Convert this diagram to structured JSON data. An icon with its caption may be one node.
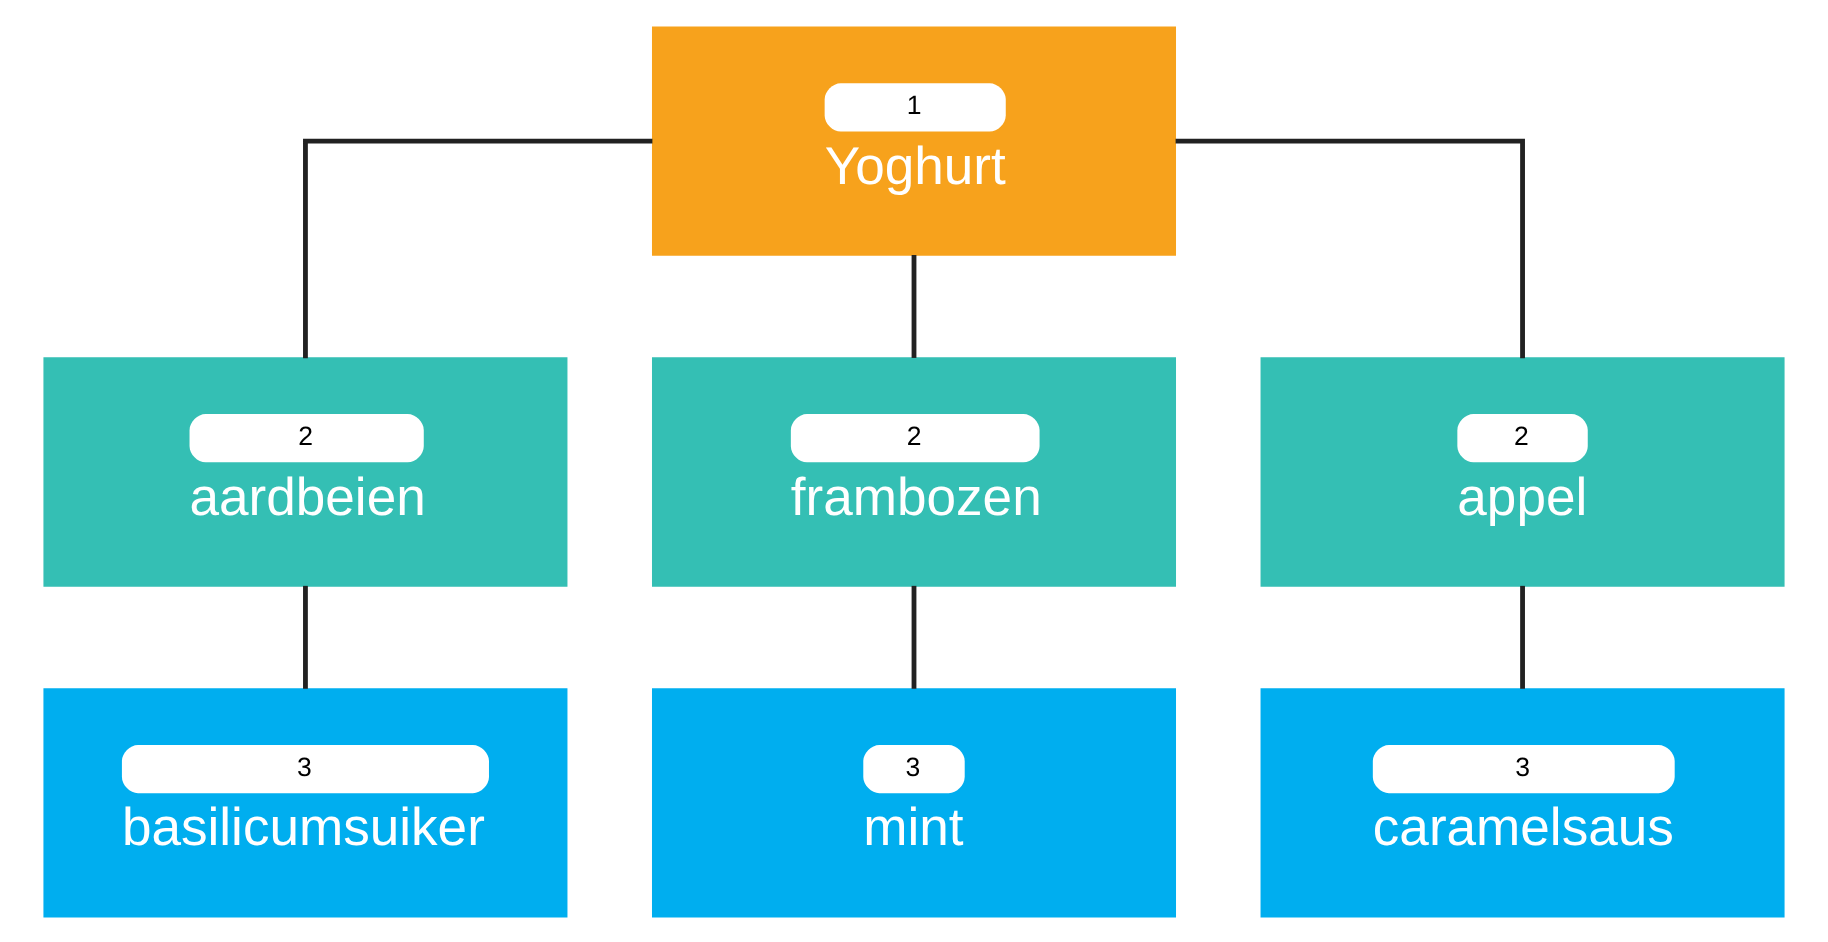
{
  "diagram": {
    "nodes": [
      {
        "text": [
          "1",
          "Yoghurt"
        ]
      },
      {
        "text": [
          "2",
          "aardbeien"
        ]
      },
      {
        "text": [
          "2",
          "frambozen"
        ]
      },
      {
        "text": [
          "2",
          "appel"
        ]
      },
      {
        "text": [
          "3",
          "basilicumsuiker"
        ]
      },
      {
        "text": [
          "3",
          "mint"
        ]
      },
      {
        "text": [
          "3",
          "caramelsaus"
        ]
      }
    ],
    "edges": [
      {
        "from": 0,
        "to": 1,
        "arrow": "none"
      },
      {
        "from": 0,
        "to": 2,
        "arrow": "none"
      },
      {
        "from": 0,
        "to": 3,
        "arrow": "none"
      },
      {
        "from": 1,
        "to": 4,
        "arrow": "none"
      },
      {
        "from": 2,
        "to": 5,
        "arrow": "none"
      },
      {
        "from": 3,
        "to": 6,
        "arrow": "none"
      }
    ]
  }
}
